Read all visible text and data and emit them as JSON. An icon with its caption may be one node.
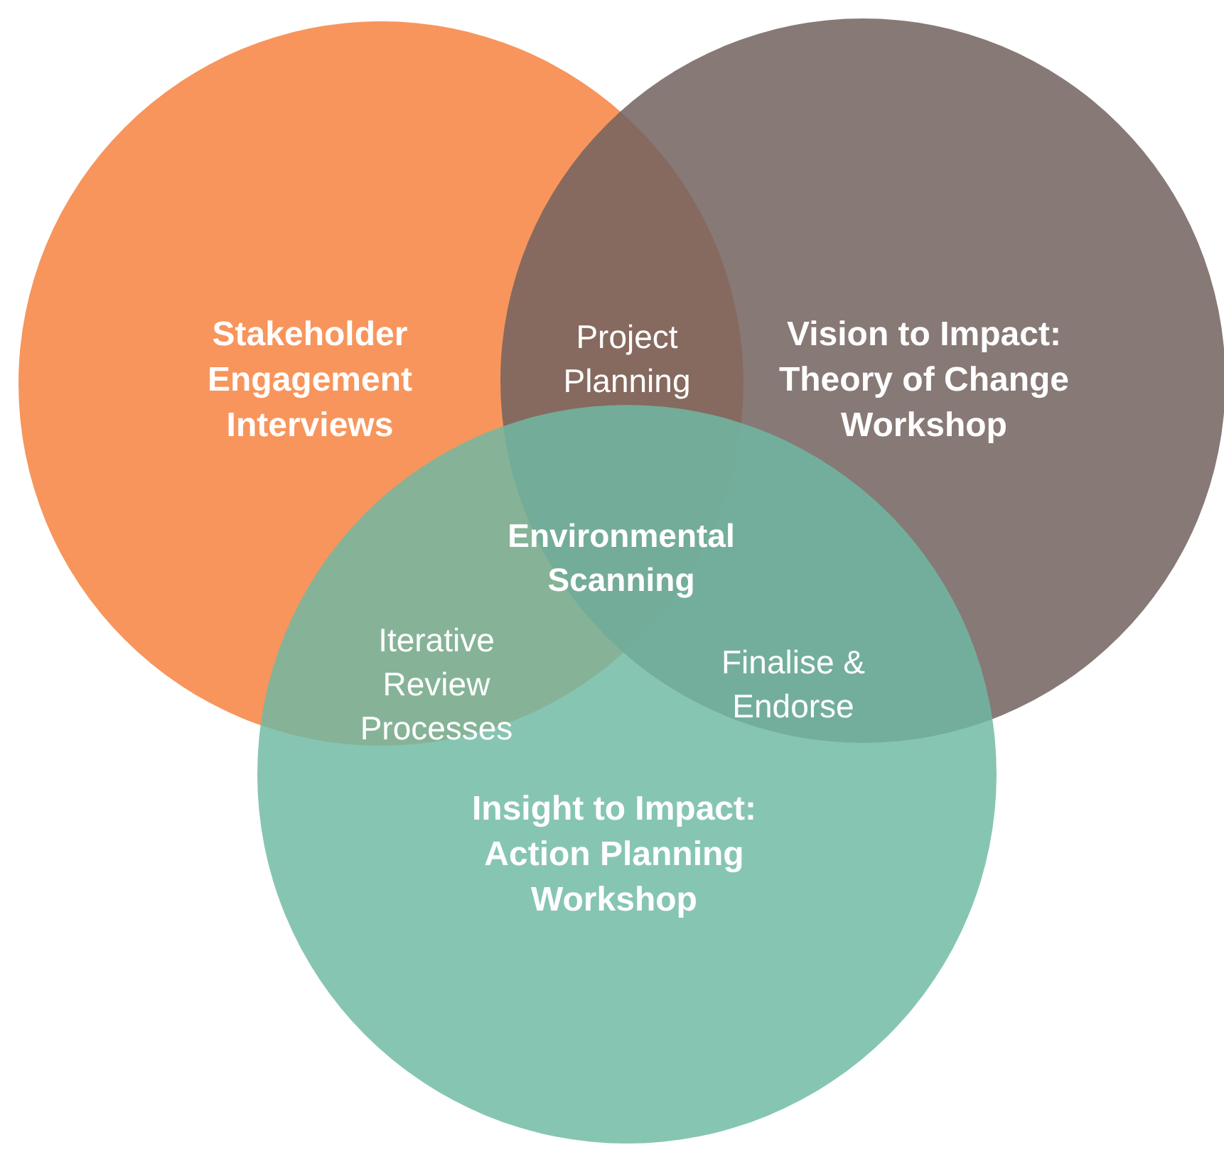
{
  "diagram": {
    "nodes": [
      {
        "text": [
          "Stakeholder Engagement Interviews"
        ]
      },
      {
        "text": [
          "Vision to Impact: Theory of Change Workshop"
        ]
      },
      {
        "text": [
          "Insight to Impact: Action Planning Workshop"
        ]
      }
    ],
    "labels": [
      "Project Planning",
      "Environmental Scanning",
      "Iterative Review Processes",
      "Finalise & Endorse"
    ]
  }
}
